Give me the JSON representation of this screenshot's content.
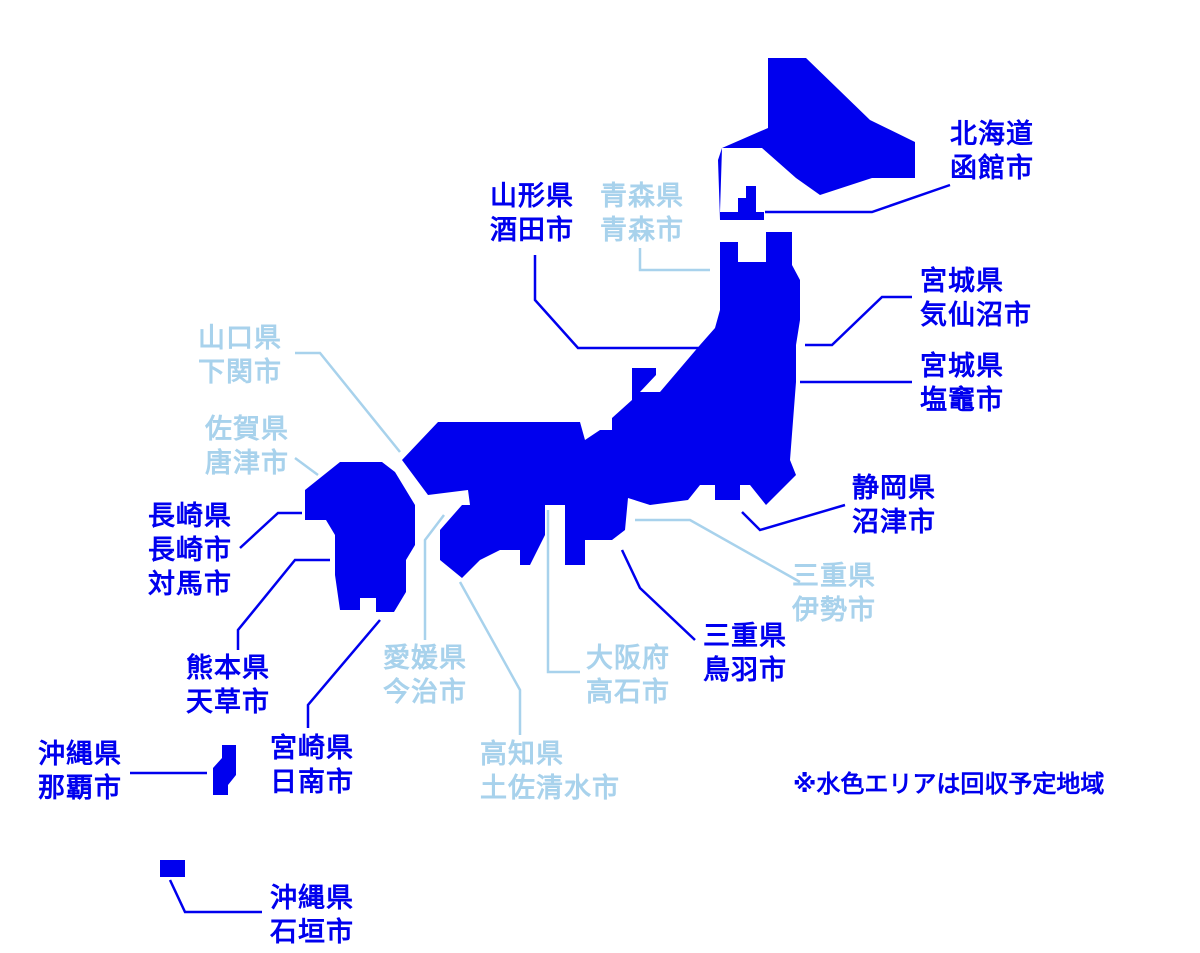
{
  "colors": {
    "land": "#0000ee",
    "selected": "#0000ee",
    "planned": "#a8d2ec",
    "background": "#ffffff"
  },
  "note": "※水色エリアは回収予定地域",
  "labels": [
    {
      "id": "hakodate",
      "pref": "北海道",
      "city": "函館市",
      "status": "selected"
    },
    {
      "id": "sakata",
      "pref": "山形県",
      "city": "酒田市",
      "status": "selected"
    },
    {
      "id": "aomori",
      "pref": "青森県",
      "city": "青森市",
      "status": "planned"
    },
    {
      "id": "kesennuma",
      "pref": "宮城県",
      "city": "気仙沼市",
      "status": "selected"
    },
    {
      "id": "shiogama",
      "pref": "宮城県",
      "city": "塩竈市",
      "status": "selected"
    },
    {
      "id": "shimonoseki",
      "pref": "山口県",
      "city": "下関市",
      "status": "planned"
    },
    {
      "id": "karatsu",
      "pref": "佐賀県",
      "city": "唐津市",
      "status": "planned"
    },
    {
      "id": "nagasaki",
      "pref": "長崎県",
      "city": "長崎市",
      "city2": "対馬市",
      "status": "selected"
    },
    {
      "id": "numazu",
      "pref": "静岡県",
      "city": "沼津市",
      "status": "selected"
    },
    {
      "id": "ise",
      "pref": "三重県",
      "city": "伊勢市",
      "status": "planned"
    },
    {
      "id": "toba",
      "pref": "三重県",
      "city": "鳥羽市",
      "status": "selected"
    },
    {
      "id": "amakusa",
      "pref": "熊本県",
      "city": "天草市",
      "status": "selected"
    },
    {
      "id": "imabari",
      "pref": "愛媛県",
      "city": "今治市",
      "status": "planned"
    },
    {
      "id": "takaishi",
      "pref": "大阪府",
      "city": "高石市",
      "status": "planned"
    },
    {
      "id": "naha",
      "pref": "沖縄県",
      "city": "那覇市",
      "status": "selected"
    },
    {
      "id": "nichinan",
      "pref": "宮崎県",
      "city": "日南市",
      "status": "selected"
    },
    {
      "id": "tosashimizu",
      "pref": "高知県",
      "city": "土佐清水市",
      "status": "planned"
    },
    {
      "id": "ishigaki",
      "pref": "沖縄県",
      "city": "石垣市",
      "status": "selected"
    }
  ]
}
